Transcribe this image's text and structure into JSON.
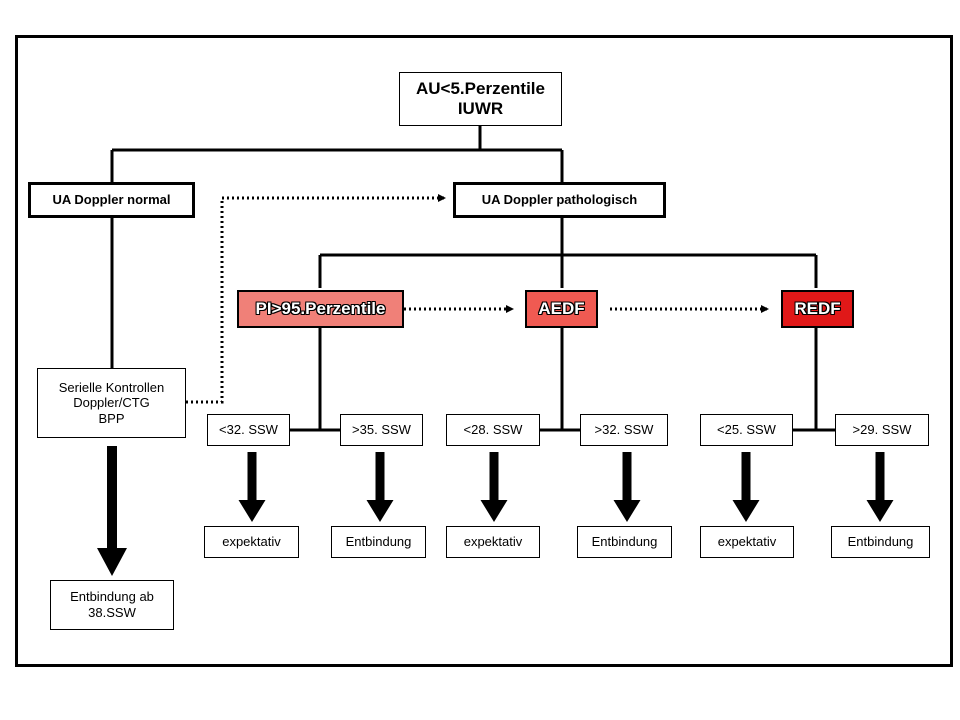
{
  "root": {
    "line1": "AU<5.Perzentile",
    "line2": "IUWR"
  },
  "branches": {
    "normal": "UA Doppler normal",
    "pathologic": "UA Doppler pathologisch"
  },
  "serial": {
    "line1": "Serielle Kontrollen",
    "line2": "Doppler/CTG",
    "line3": "BPP"
  },
  "delivery_normal": {
    "line1": "Entbindung ab",
    "line2": "38.SSW"
  },
  "levels": [
    {
      "label": "PI>95.Perzentile",
      "color": "#f08078",
      "low": "<32. SSW",
      "high": ">35. SSW"
    },
    {
      "label": "AEDF",
      "color": "#f05a52",
      "low": "<28. SSW",
      "high": ">32. SSW"
    },
    {
      "label": "REDF",
      "color": "#e01818",
      "low": "<25. SSW",
      "high": ">29. SSW"
    }
  ],
  "outcomes": {
    "expectant": "expektativ",
    "delivery": "Entbindung"
  }
}
